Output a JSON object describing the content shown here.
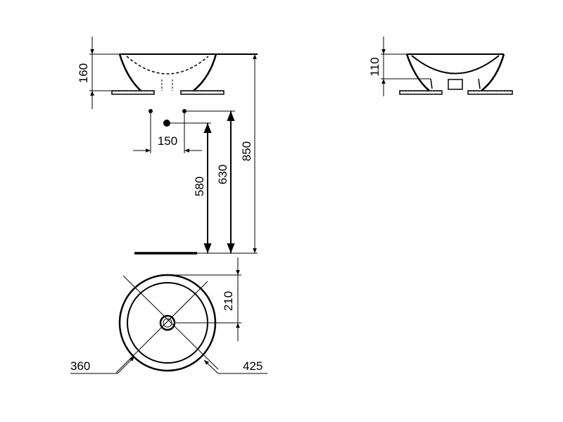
{
  "drawing": {
    "front_view": {
      "basin_height": "160",
      "tap_spacing": "150",
      "waste_height": "580",
      "tap_height": "630",
      "top_height": "850"
    },
    "side_view": {
      "bowl_depth": "110"
    },
    "top_view": {
      "drain_offset": "210",
      "inner_diameter": "360",
      "outer_diameter": "425"
    },
    "colors": {
      "line": "#000000",
      "background": "#ffffff"
    }
  }
}
